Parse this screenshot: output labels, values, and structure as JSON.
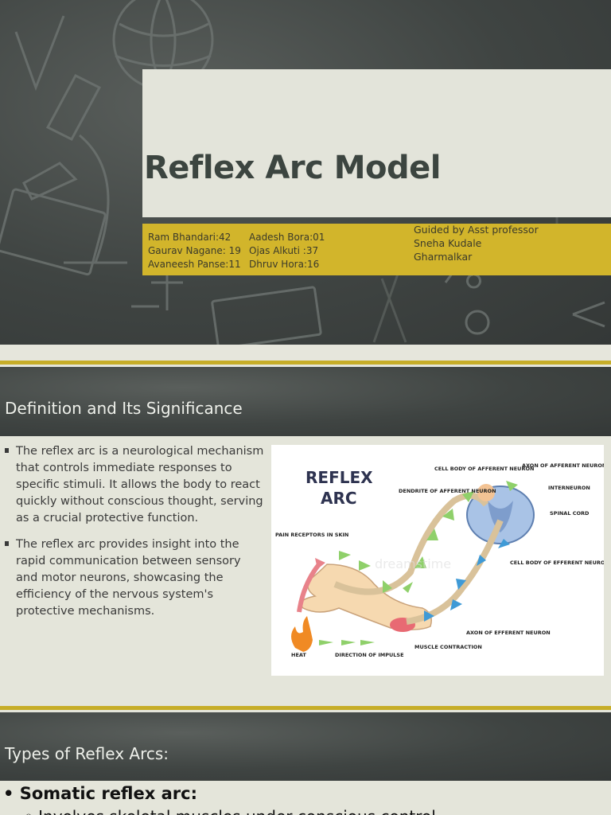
{
  "slide1": {
    "title": "Reflex Arc Model",
    "names_col1": [
      "Ram Bhandari:42",
      "Gaurav Nagane: 19",
      "Avaneesh Panse:11"
    ],
    "names_col2": [
      "Aadesh Bora:01",
      "Ojas Alkuti :37",
      "Dhruv Hora:16"
    ],
    "guide": [
      "Guided by Asst professor",
      "Sneha Kudale",
      "Gharmalkar"
    ]
  },
  "slide2": {
    "heading": "Definition and Its Significance",
    "bullets": [
      "The reflex arc is a neurological mechanism that controls immediate responses to specific stimuli. It allows the body to react quickly without conscious thought, serving as a crucial protective function.",
      "The reflex arc provides insight into the rapid communication between sensory and motor neurons, showcasing the efficiency of the nervous system's protective mechanisms."
    ],
    "diagram": {
      "title_line1": "REFLEX",
      "title_line2": "ARC",
      "labels": {
        "cell_body_afferent": "CELL BODY OF AFFERENT NEURON",
        "axon_afferent": "AXON OF AFFERENT NEURON",
        "dendrite_afferent": "DENDRITE OF AFFERENT NEURON",
        "interneuron": "INTERNEURON",
        "spinal_cord": "SPINAL CORD",
        "pain_receptors": "PAIN RECEPTORS IN SKIN",
        "cell_body_efferent": "CELL BODY OF EFFERENT NEURON",
        "axon_efferent": "AXON OF EFFERENT NEURON",
        "muscle_contraction": "MUSCLE CONTRACTION",
        "heat": "HEAT",
        "direction_impulse": "DIRECTION OF IMPULSE"
      },
      "watermark": "dreamstime"
    }
  },
  "slide3": {
    "heading": "Types of Reflex Arcs:",
    "bullet": "Somatic reflex arc:",
    "sub": "Involves skeletal muscles under conscious control"
  },
  "colors": {
    "chalkboard": "#3f4442",
    "accent_yellow": "#d2b52b",
    "title_box": "#e3e4da"
  }
}
